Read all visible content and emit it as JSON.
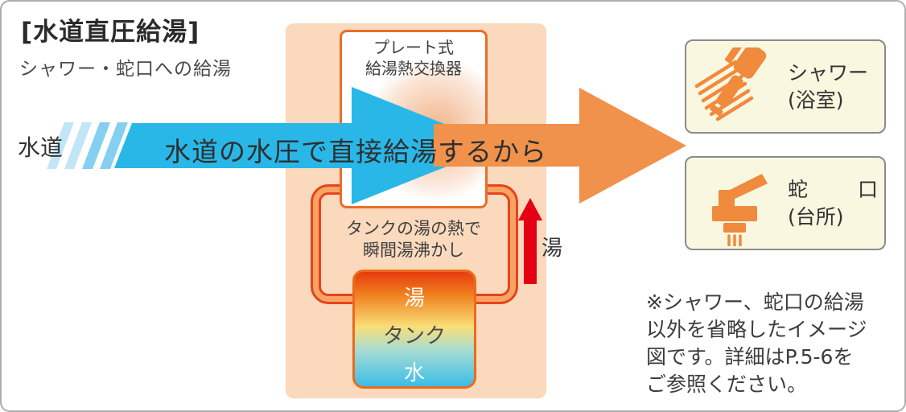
{
  "header": {
    "title": "[水道直圧給湯]",
    "subtitle": "シャワー・蛇口への給湯"
  },
  "flow": {
    "source_label": "水道",
    "main_arrow_text": "水道の水圧で直接給湯するから",
    "heat_exchanger": {
      "line1": "プレート式",
      "line2": "給湯熱交換器"
    },
    "tank_caption": {
      "line1": "タンクの湯の熱で",
      "line2": "瞬間湯沸かし"
    },
    "tank": {
      "top_label": "湯",
      "middle_label": "タンク",
      "bottom_label": "水"
    },
    "hot_arrow_label": "湯"
  },
  "outputs": {
    "shower": {
      "label": "シャワー",
      "location": "(浴室)",
      "icon": "shower-icon"
    },
    "faucet": {
      "label": "蛇口",
      "location": "(台所)",
      "icon": "faucet-icon"
    }
  },
  "footnote": {
    "line1": "※シャワー、蛇口の給湯",
    "line2": "以外を省略したイメージ",
    "line3": "図です。詳細はP.5-6を",
    "line4": "ご参照ください。"
  },
  "colors": {
    "water_blue": "#29B7E8",
    "stripe_light": "#C3E5F8",
    "stripe_mid": "#85CFF1",
    "hot_orange": "#F0924C",
    "panel_peach": "#FAD9BD",
    "pipe_red": "#E7431D",
    "pipe_orange": "#F5A464",
    "red_arrow": "#E60014",
    "heat_exchanger_border": "#E96E28",
    "output_box_bg": "#FAF7E0",
    "icon_orange": "#F08A3C",
    "tank_top": "#E8430C",
    "tank_middle": "#F9DC74",
    "tank_bottom": "#3BBCE5"
  }
}
